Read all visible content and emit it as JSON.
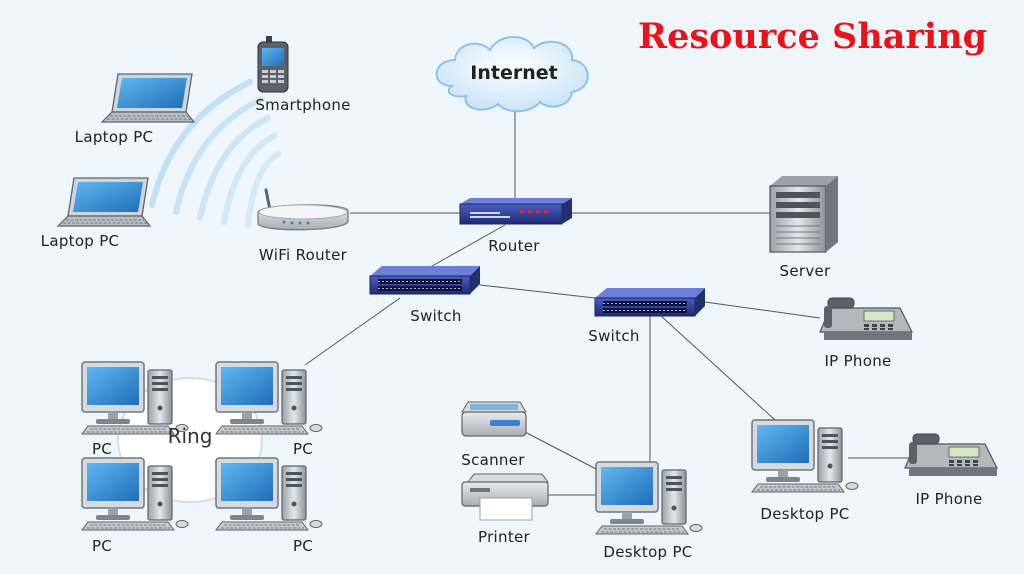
{
  "title": "Resource Sharing",
  "cloud_label": "Internet",
  "ring_label": "Ring",
  "labels": {
    "smartphone": "Smartphone",
    "laptop1": "Laptop PC",
    "laptop2": "Laptop PC",
    "wifi_router": "WiFi Router",
    "router": "Router",
    "server": "Server",
    "switch_left": "Switch",
    "switch_right": "Switch",
    "ip_phone_top": "IP Phone",
    "ip_phone_bottom": "IP Phone",
    "scanner": "Scanner",
    "printer": "Printer",
    "desktop_center": "Desktop PC",
    "desktop_right": "Desktop PC",
    "pc_ring_tl": "PC",
    "pc_ring_tr": "PC",
    "pc_ring_bl": "PC",
    "pc_ring_br": "PC"
  },
  "colors": {
    "title": "#e8141b",
    "background": "#eef5fb",
    "connection": "#555555",
    "switch": "#2b3b8f",
    "monitor_screen": "#2e8fd8",
    "wifi_wave": "#b9dcf2"
  }
}
